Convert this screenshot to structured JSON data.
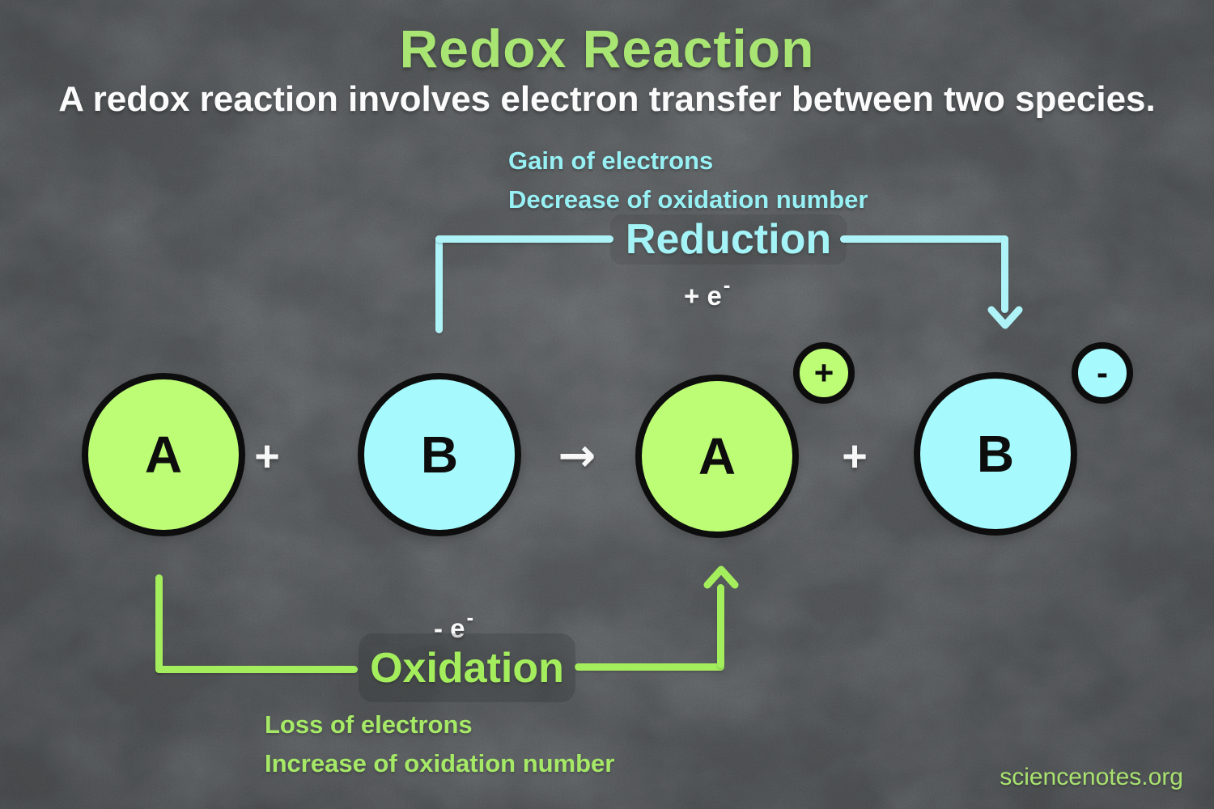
{
  "header": {
    "title": "Redox Reaction",
    "subtitle": "A redox reaction involves electron transfer between two species."
  },
  "reduction": {
    "note_line1": "Gain of electrons",
    "note_line2": "Decrease of oxidation number",
    "label": "Reduction",
    "electron_base": "+ e",
    "electron_superscript": "-"
  },
  "oxidation": {
    "label": "Oxidation",
    "electron_base": "- e",
    "electron_superscript": "-",
    "note_line1": "Loss of electrons",
    "note_line2": "Increase of oxidation number"
  },
  "equation": {
    "reactant_a": {
      "label": "A"
    },
    "plus_left": "+",
    "reactant_b": {
      "label": "B"
    },
    "yields_arrow": "→",
    "product_a": {
      "label": "A",
      "charge": "+"
    },
    "plus_right": "+",
    "product_b": {
      "label": "B",
      "charge": "-"
    }
  },
  "footer": {
    "watermark": "sciencenotes.org"
  },
  "colors": {
    "background_gray": "#82878a",
    "title_green": "#a9e573",
    "accent_green": "#a4ee5d",
    "note_green": "#a6e967",
    "circle_green_fill": "#bdfc75",
    "accent_cyan": "#aef3f8",
    "note_cyan": "#97f0f4",
    "circle_cyan_fill": "#a6f9fc",
    "text_white": "#fbfbfb",
    "outline_black": "#0d0d0d"
  }
}
